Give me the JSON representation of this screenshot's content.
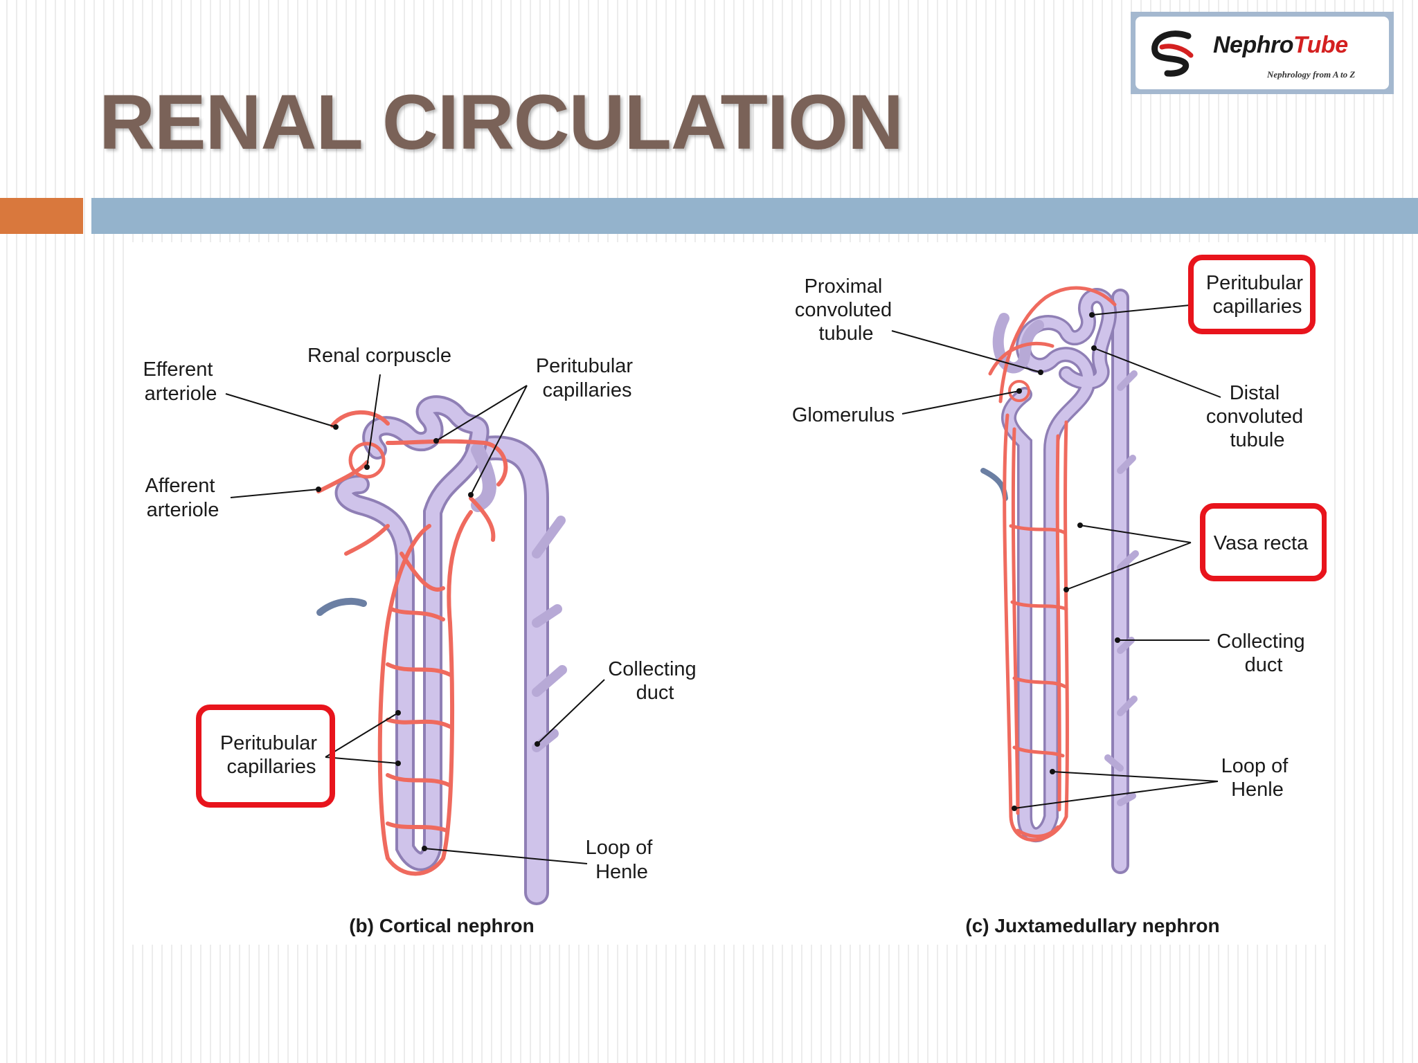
{
  "slide": {
    "title": "RENAL CIRCULATION"
  },
  "logo": {
    "name_part1": "Nephro",
    "name_part2": "Tube",
    "tagline": "Nephrology from A to Z"
  },
  "colors": {
    "title": "#7a6258",
    "accent_orange": "#d9783d",
    "accent_blue": "#94b3cc",
    "vessel_red": "#ef6a5e",
    "tubule_purple": "#b7a9d6",
    "highlight_box": "#e8141c"
  },
  "cortical": {
    "caption": "(b) Cortical nephron",
    "labels": {
      "efferent": [
        "Efferent",
        "arteriole"
      ],
      "corpuscle": [
        "Renal corpuscle"
      ],
      "peritubular_top": [
        "Peritubular",
        "capillaries"
      ],
      "afferent": [
        "Afferent",
        "arteriole"
      ],
      "collecting": [
        "Collecting",
        "duct"
      ],
      "peritubular_bottom": [
        "Peritubular",
        "capillaries"
      ],
      "loop": [
        "Loop of",
        "Henle"
      ]
    }
  },
  "juxtamedullary": {
    "caption": "(c) Juxtamedullary nephron",
    "labels": {
      "proximal": [
        "Proximal",
        "convoluted",
        "tubule"
      ],
      "peritubular": [
        "Peritubular",
        "capillaries"
      ],
      "glomerulus": [
        "Glomerulus"
      ],
      "distal": [
        "Distal",
        "convoluted",
        "tubule"
      ],
      "vasa_recta": [
        "Vasa recta"
      ],
      "collecting": [
        "Collecting",
        "duct"
      ],
      "loop": [
        "Loop of",
        "Henle"
      ]
    }
  }
}
